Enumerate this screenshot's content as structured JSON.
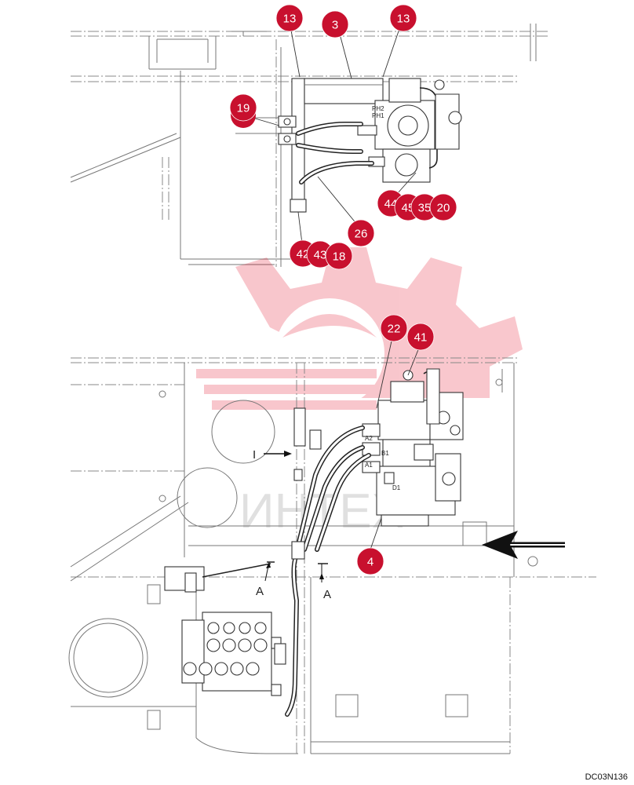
{
  "drawing_code": "DC03N136",
  "watermark": {
    "text": "ИНТЕХ",
    "color": "#e3001b"
  },
  "callout_color": "#c8102e",
  "callouts": [
    "13",
    "3",
    "13",
    "19",
    "44",
    "45",
    "35",
    "20",
    "26",
    "42",
    "43",
    "18",
    "22",
    "41",
    "4"
  ],
  "port_labels": [
    "PH2",
    "PH1",
    "A1",
    "A2",
    "B1",
    "D1"
  ],
  "view_labels": {
    "arrow_marker": "I",
    "section_left": "A",
    "section_right": "A"
  }
}
